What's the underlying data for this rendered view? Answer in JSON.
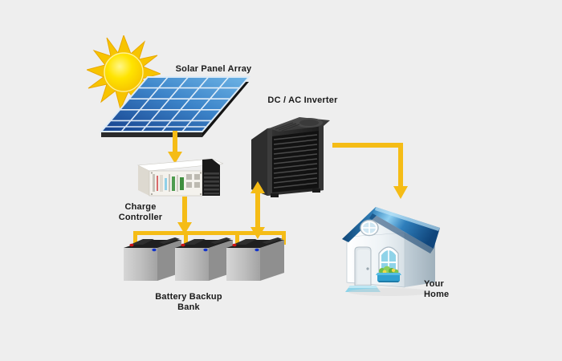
{
  "diagram": {
    "title": "Solar Power System Diagram",
    "background_color": "#eeeeee",
    "flow_color": "#f5bc16",
    "text_color": "#1a1a1a"
  },
  "labels": {
    "solar_panel_array": "Solar Panel Array",
    "charge_controller": "Charge\nController",
    "dc_ac_inverter": "DC / AC Inverter",
    "battery_backup_bank": "Battery Backup Bank",
    "your_home": "Your\nHome"
  },
  "components": [
    {
      "id": "sun",
      "name": "sun",
      "label": "",
      "colors": {
        "core": "#ffe400",
        "rays": "#f7c600",
        "edge": "#e8a900"
      }
    },
    {
      "id": "solar-panel-array",
      "name": "solar-panel-array",
      "label": "Solar Panel Array",
      "colors": {
        "cell_light": "#59a7dd",
        "cell_dark": "#1b4f9c",
        "grid": "#e8f2fb",
        "frame": "#1d1d1d"
      },
      "cells": {
        "rows": 7,
        "cols": 5
      }
    },
    {
      "id": "charge-controller",
      "name": "charge-controller",
      "label": "Charge\nController",
      "colors": {
        "body": "#f2f1ec",
        "top": "#ffffff",
        "heatsink": "#111111",
        "detail": "#b9b7ae"
      }
    },
    {
      "id": "dc-ac-inverter",
      "name": "dc-ac-inverter",
      "label": "DC / AC Inverter",
      "colors": {
        "body": "#3a3a3a",
        "front": "#2a2a2a",
        "cap": "#4a4a4a",
        "fin": "#151515"
      },
      "fins": 12
    },
    {
      "id": "battery-backup-bank",
      "name": "battery-backup-bank",
      "label": "Battery Backup Bank",
      "count": 3,
      "colors": {
        "body": "#c9c9c9",
        "side": "#9b9b9b",
        "top": "#1a1a1a",
        "pos_terminal": "#cc1111",
        "neg_terminal": "#1133cc"
      }
    },
    {
      "id": "your-home",
      "name": "your-home",
      "label": "Your\nHome",
      "colors": {
        "roof_light": "#6fb7e8",
        "roof_dark": "#14558f",
        "wall": "#f2f6f8",
        "wall_side": "#c6d2da",
        "door": "#d8dee3",
        "window": "#8fd3e8",
        "step": "#8fd3e8",
        "plant": "#6fbf4a"
      }
    }
  ],
  "connections": [
    {
      "id": "panel-to-controller",
      "name": "arrow-panel-to-controller",
      "from": "solar-panel-array",
      "to": "charge-controller",
      "kind": "straight-down",
      "direction": "one-way"
    },
    {
      "id": "controller-to-battery",
      "name": "arrow-controller-to-battery",
      "from": "charge-controller",
      "to": "battery-backup-bank",
      "kind": "straight-down",
      "direction": "one-way"
    },
    {
      "id": "battery-to-inverter",
      "name": "arrow-battery-to-inverter",
      "from": "battery-backup-bank",
      "to": "dc-ac-inverter",
      "kind": "vertical",
      "direction": "two-way"
    },
    {
      "id": "inverter-to-home",
      "name": "arrow-inverter-to-home",
      "from": "dc-ac-inverter",
      "to": "your-home",
      "kind": "elbow",
      "direction": "one-way"
    },
    {
      "id": "battery-bus",
      "name": "battery-bus-bar",
      "from": "battery-backup-bank",
      "to": "battery-backup-bank",
      "kind": "bus",
      "direction": "none"
    }
  ]
}
